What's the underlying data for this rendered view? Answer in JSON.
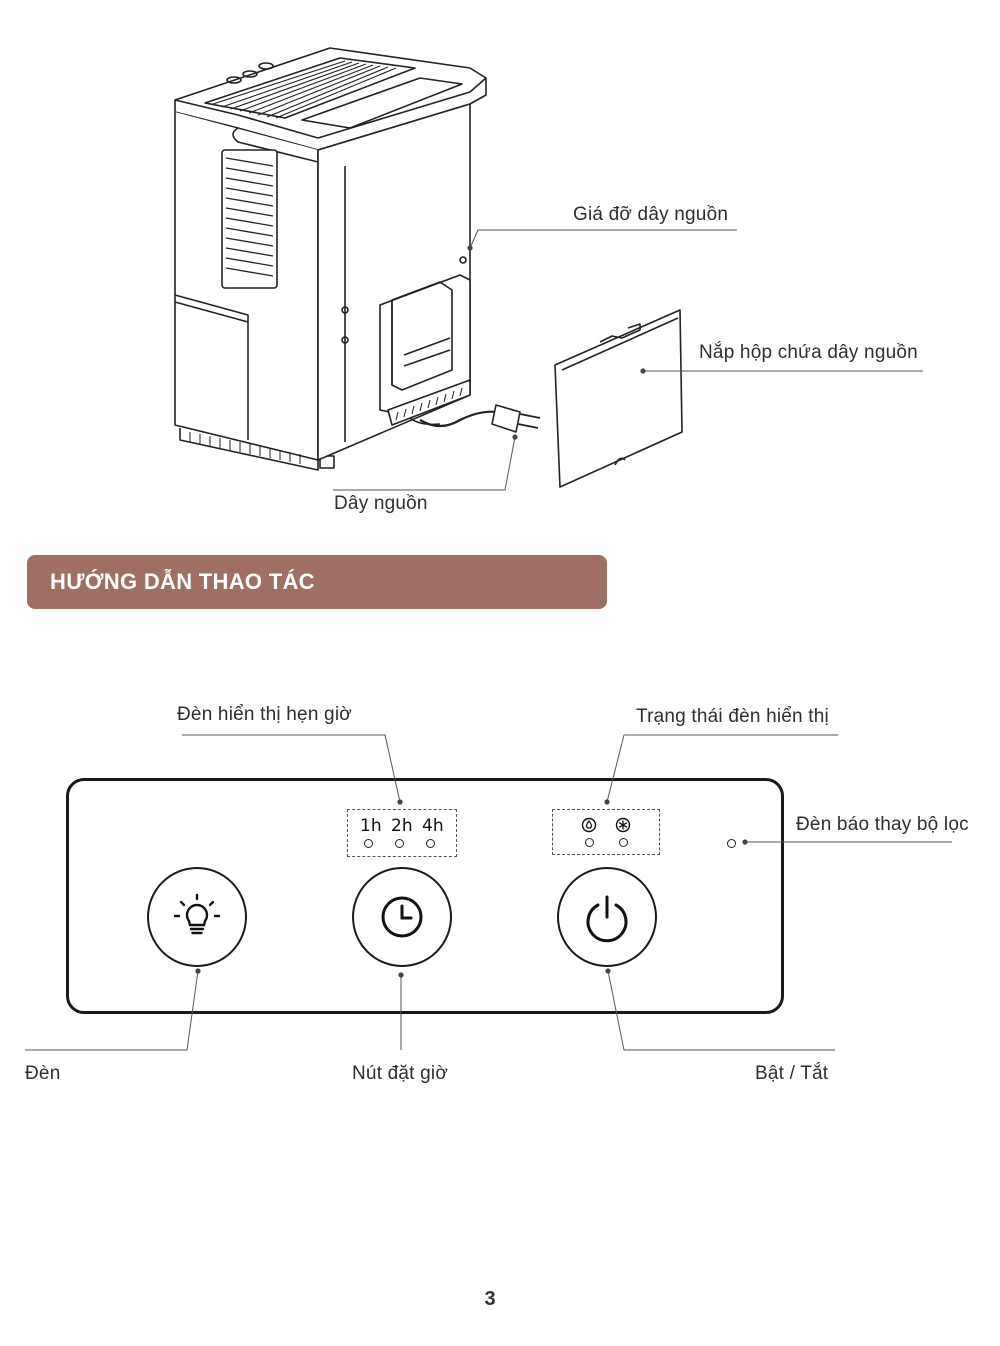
{
  "diagram_labels": {
    "cord_holder": "Giá đỡ dây nguồn",
    "cord_box_cover": "Nắp hộp chứa dây nguồn",
    "power_cord": "Dây nguồn"
  },
  "section": {
    "title": "HƯỚNG DẪN THAO TÁC"
  },
  "panel_labels": {
    "timer_indicator": "Đèn hiển thị hẹn giờ",
    "status_indicator": "Trạng thái đèn hiển thị",
    "filter_indicator": "Đèn báo thay bộ lọc",
    "light_button": "Đèn",
    "timer_button": "Nút đặt giờ",
    "power_button": "Bật / Tắt"
  },
  "timer_options": [
    "1h",
    "2h",
    "4h"
  ],
  "status_icons": [
    "water-drop-icon",
    "snowflake-icon"
  ],
  "icons": {
    "light": "lightbulb-icon",
    "timer": "clock-icon",
    "power": "power-icon"
  },
  "colors": {
    "section_bar": "#9e6f62",
    "line": "#1a1a1a"
  },
  "page": {
    "number": "3"
  }
}
